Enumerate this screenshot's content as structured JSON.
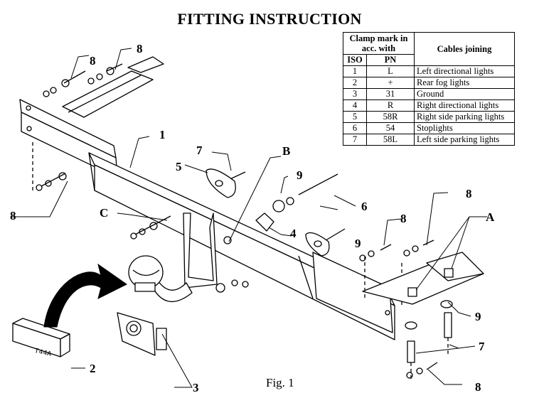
{
  "title": "FITTING INSTRUCTION",
  "figure_caption": "Fig. 1",
  "legend_table": {
    "header_clamp": "Clamp mark in acc. with",
    "header_cables": "Cables joining",
    "header_iso": "ISO",
    "header_pn": "PN",
    "rows": [
      {
        "iso": "1",
        "pn": "L",
        "cable": "Left directional lights"
      },
      {
        "iso": "2",
        "pn": "+",
        "cable": "Rear fog lights"
      },
      {
        "iso": "3",
        "pn": "31",
        "cable": "Ground"
      },
      {
        "iso": "4",
        "pn": "R",
        "cable": "Right directional lights"
      },
      {
        "iso": "5",
        "pn": "58R",
        "cable": "Right side parking lights"
      },
      {
        "iso": "6",
        "pn": "54",
        "cable": "Stoplights"
      },
      {
        "iso": "7",
        "pn": "58L",
        "cable": "Left side parking lights"
      }
    ]
  },
  "callouts": {
    "c1": "1",
    "c2": "2",
    "c3": "3",
    "c4": "4",
    "c5": "5",
    "c6": "6",
    "c7": "7",
    "c8": "8",
    "c9": "9",
    "cA": "A",
    "cB": "B",
    "cC": "C"
  },
  "box_label": "T44A"
}
